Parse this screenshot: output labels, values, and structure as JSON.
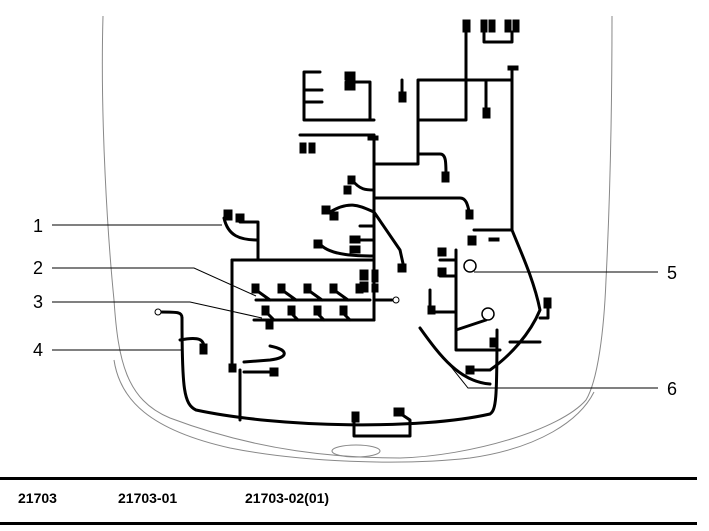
{
  "callouts": [
    "1",
    "2",
    "3",
    "4",
    "5",
    "6"
  ],
  "footer": {
    "codes": [
      "21703",
      "21703-01",
      "21703-02(01)"
    ]
  }
}
